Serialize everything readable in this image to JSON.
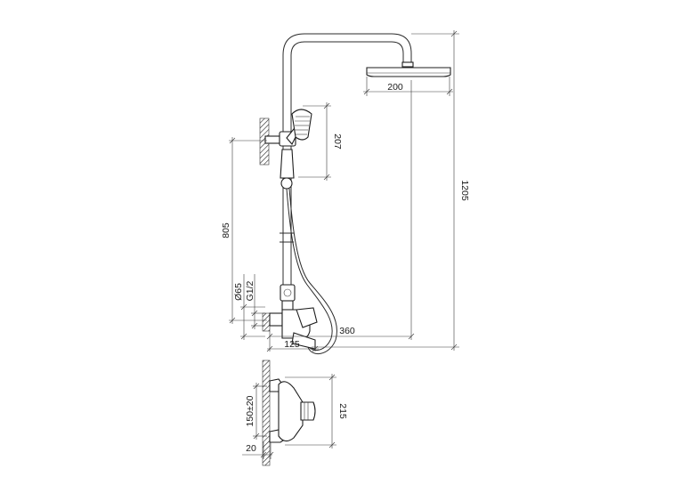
{
  "dimensions": {
    "head_diameter": "200",
    "handset_length": "207",
    "total_height": "1205",
    "outlet_height": "805",
    "inlet_diameter": "Ø65",
    "inlet_thread": "G1/2",
    "arm_reach": "360",
    "mixer_projection": "125",
    "center_distance": "150±20",
    "mixer_height": "215",
    "wall_offset": "20"
  }
}
